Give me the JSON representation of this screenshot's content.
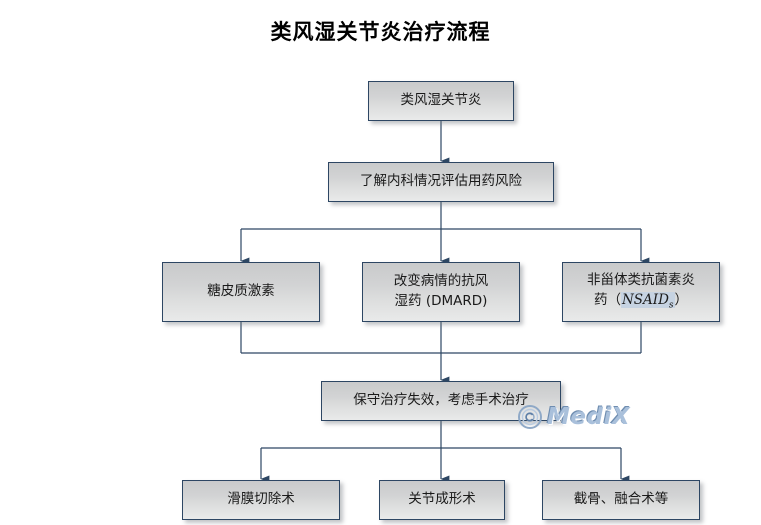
{
  "page": {
    "title": "类风湿关节炎治疗流程",
    "watermark_text": "MediX",
    "watermark_symbol": "©",
    "background_color": "#ffffff",
    "node_border_color": "#2d4663",
    "connector_color": "#2d4663",
    "node_fill_top": "#c9cacb",
    "node_fill_bottom": "#e9eaea",
    "watermark_color": "#a9c0db",
    "highlight_color": "#c6d3e2"
  },
  "chart_data": {
    "type": "diagram",
    "title": "类风湿关节炎治疗流程",
    "nodes": [
      {
        "id": "n1",
        "label": "类风湿关节炎",
        "level": 1
      },
      {
        "id": "n2",
        "label": "了解内科情况评估用药风险",
        "level": 2
      },
      {
        "id": "n3",
        "label": "糖皮质激素",
        "level": 3
      },
      {
        "id": "n4",
        "label": "改变病情的抗风\n湿药 (DMARD)",
        "level": 3
      },
      {
        "id": "n5",
        "label": "非甾体类抗菌素炎\n药（NSAIDs）",
        "level": 3
      },
      {
        "id": "n6",
        "label": "保守治疗失效，考虑手术治疗",
        "level": 4
      },
      {
        "id": "n7",
        "label": "滑膜切除术",
        "level": 5
      },
      {
        "id": "n8",
        "label": "关节成形术",
        "level": 5
      },
      {
        "id": "n9",
        "label": "截骨、融合术等",
        "level": 5
      }
    ],
    "edges": [
      {
        "from": "n1",
        "to": "n2"
      },
      {
        "from": "n2",
        "to": "n3"
      },
      {
        "from": "n2",
        "to": "n4"
      },
      {
        "from": "n2",
        "to": "n5"
      },
      {
        "from": "n3",
        "to": "n6"
      },
      {
        "from": "n4",
        "to": "n6"
      },
      {
        "from": "n5",
        "to": "n6"
      },
      {
        "from": "n6",
        "to": "n7"
      },
      {
        "from": "n6",
        "to": "n8"
      },
      {
        "from": "n6",
        "to": "n9"
      }
    ]
  },
  "nodes": {
    "n1": {
      "label": "类风湿关节炎"
    },
    "n2": {
      "label": "了解内科情况评估用药风险"
    },
    "n3": {
      "label": "糖皮质激素"
    },
    "n4": {
      "label": "改变病情的抗风\n湿药 (DMARD)"
    },
    "n5": {
      "line1": "非甾体类抗菌素炎",
      "line2_prefix": "药（",
      "drug_abbrev": "NSAID",
      "drug_subscript": "s",
      "line2_suffix": "）"
    },
    "n6": {
      "label": "保守治疗失效，考虑手术治疗"
    },
    "n7": {
      "label": "滑膜切除术"
    },
    "n8": {
      "label": "关节成形术"
    },
    "n9": {
      "label": "截骨、融合术等"
    }
  }
}
